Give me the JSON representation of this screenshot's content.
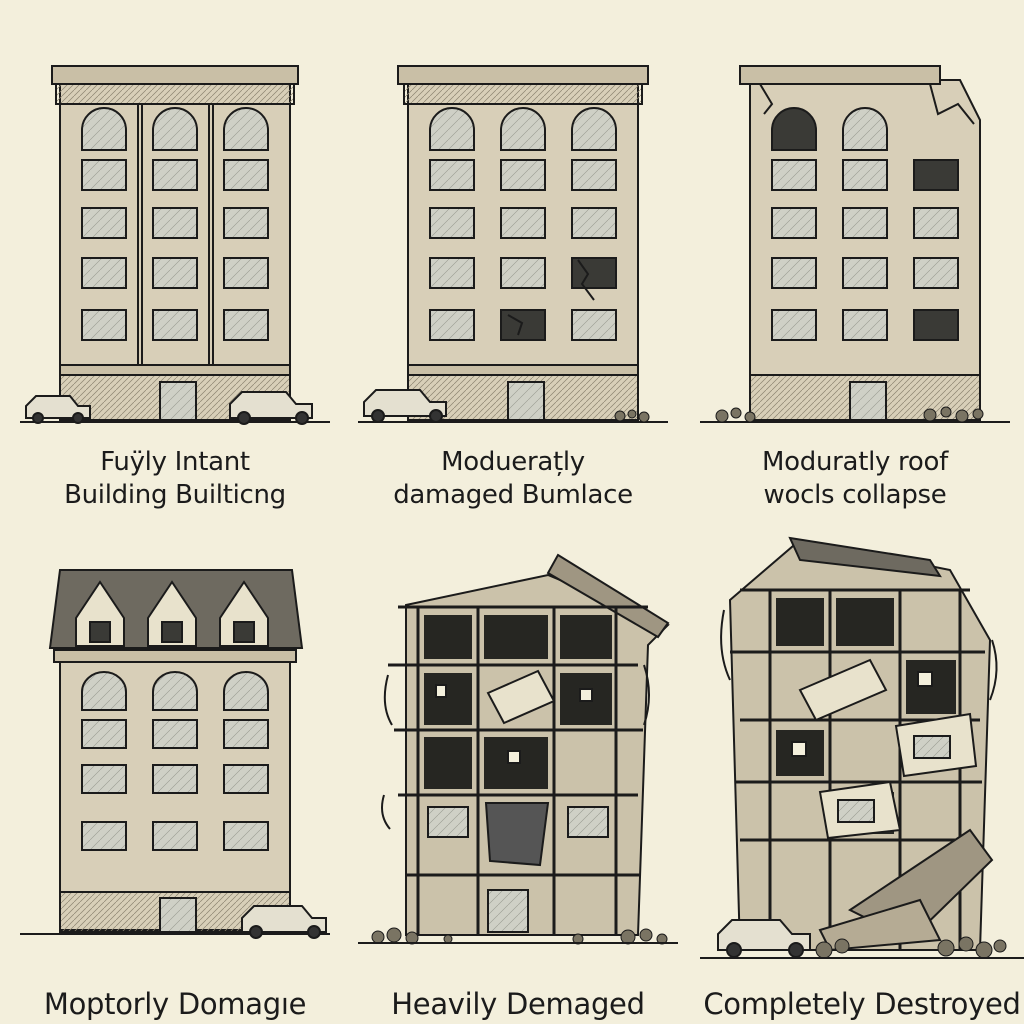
{
  "panels": [
    {
      "caption": [
        "Fuÿly Intant",
        "Building Builticng"
      ]
    },
    {
      "caption": [
        "Moduerațly",
        "damaged Bumlace"
      ]
    },
    {
      "caption": [
        "Moduratly roof",
        "wocls collapse"
      ]
    },
    {
      "caption": [
        "Moptorly Domagıe"
      ]
    },
    {
      "caption": [
        "Heavily Demaged"
      ]
    },
    {
      "caption": [
        "Completely Destroyed"
      ]
    }
  ],
  "colors": {
    "background": "#f3efdc",
    "ink": "#1b1b1b",
    "stone": "#d8cfb8",
    "stone_dark": "#b8ad94",
    "window": "#d9d9cf"
  }
}
